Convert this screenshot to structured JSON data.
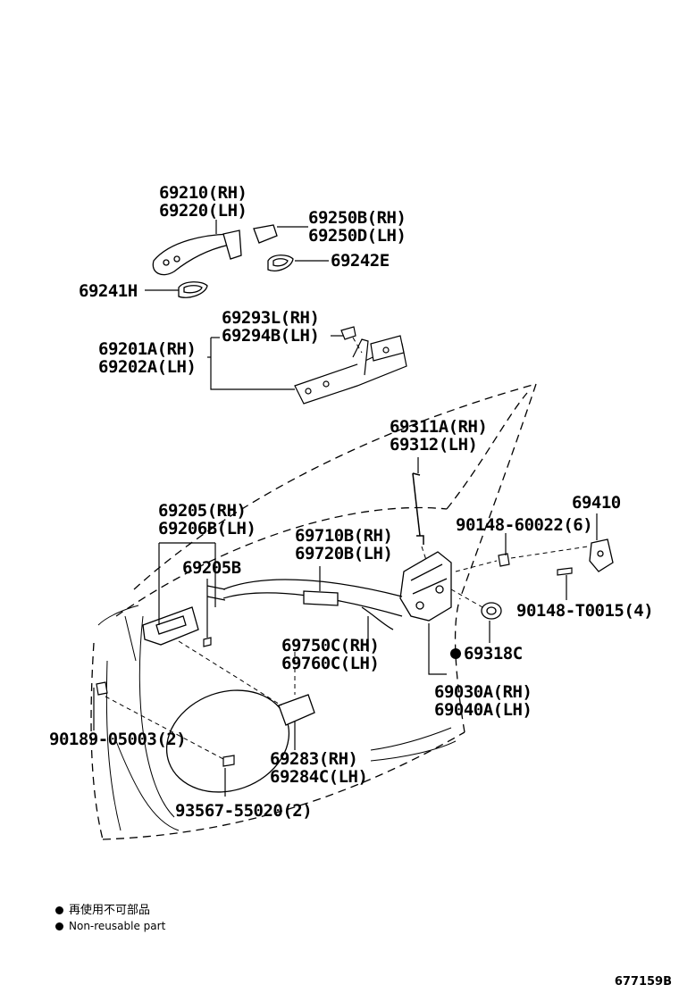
{
  "parts": {
    "p69210": "69210(RH)",
    "p69220": "69220(LH)",
    "p69250B": "69250B(RH)",
    "p69250D": "69250D(LH)",
    "p69242E": "69242E",
    "p69241H": "69241H",
    "p69293L": "69293L(RH)",
    "p69294B": "69294B(LH)",
    "p69201A": "69201A(RH)",
    "p69202A": "69202A(LH)",
    "p69311A": "69311A(RH)",
    "p69312": "69312(LH)",
    "p69410": "69410",
    "p90148_60022": "90148-60022(6)",
    "p69205_rh": "69205(RH)",
    "p69206B": "69206B(LH)",
    "p69710B": "69710B(RH)",
    "p69720B": "69720B(LH)",
    "p69205B": "69205B",
    "p90148_T0015": "90148-T0015(4)",
    "p69750C": "69750C(RH)",
    "p69760C": "69760C(LH)",
    "p69318C": "69318C",
    "p69030A": "69030A(RH)",
    "p69040A": "69040A(LH)",
    "p90189": "90189-05003(2)",
    "p69283": "69283(RH)",
    "p69284C": "69284C(LH)",
    "p93567": "93567-55020(2)"
  },
  "legend": {
    "jp": "再使用不可部品",
    "en": "Non-reusable part"
  },
  "figure_code": "677159B"
}
